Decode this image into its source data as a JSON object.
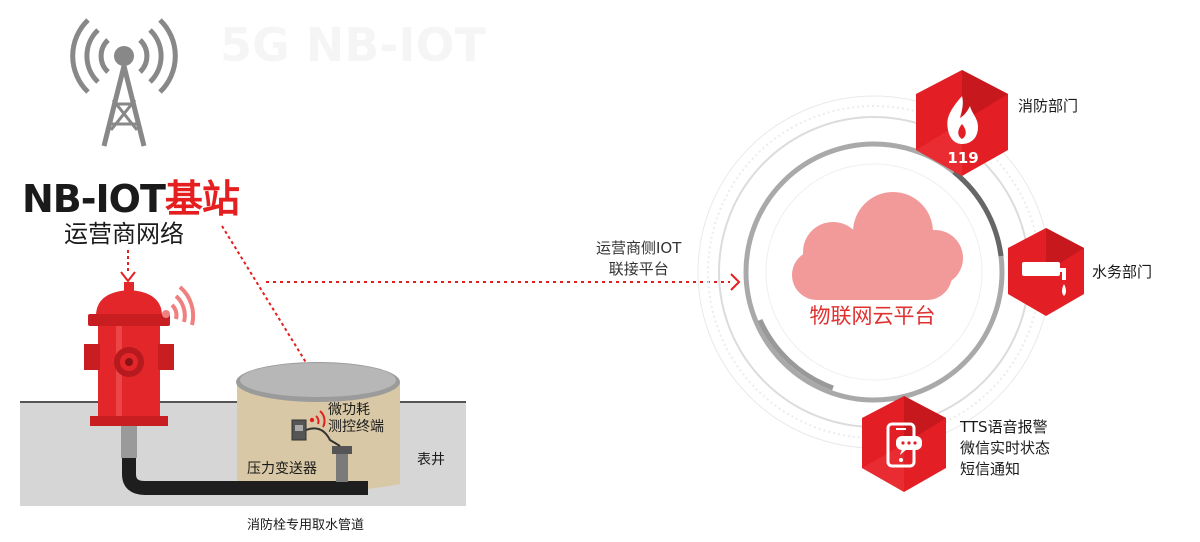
{
  "base_station": {
    "title_main": "NB-IOT",
    "title_red": "基站",
    "subtitle": "运营商网络"
  },
  "bg_slogan": "5G NB-IOT",
  "left_scene": {
    "terminal_line1": "微功耗",
    "terminal_line2": "测控终端",
    "pressure_sensor": "压力变送器",
    "meter_well": "表井",
    "pipe_caption": "消防栓专用取水管道"
  },
  "middle": {
    "line1": "运营商侧IOT",
    "line2": "联接平台"
  },
  "cloud": {
    "label": "物联网云平台"
  },
  "departments": {
    "fire": {
      "label": "消防部门",
      "badge": "119"
    },
    "water": {
      "label": "水务部门"
    },
    "alerts": {
      "line1": "TTS语音报警",
      "line2": "微信实时状态",
      "line3": "短信通知"
    }
  },
  "colors": {
    "accent_red": "#e31e24",
    "cloud_pink": "#f29a9a",
    "ground_gray": "#d5d5d5",
    "well_tan": "#d9c9a8"
  }
}
